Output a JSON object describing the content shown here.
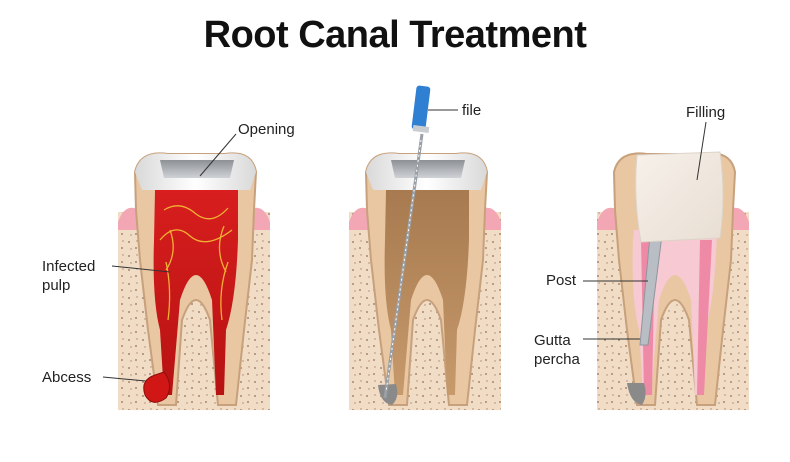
{
  "title": "Root Canal Treatment",
  "labels": {
    "opening": "Opening",
    "infected_pulp_line1": "Infected",
    "infected_pulp_line2": "pulp",
    "abcess": "Abcess",
    "file": "file",
    "filling": "Filling",
    "post": "Post",
    "gutta_percha_line1": "Gutta",
    "gutta_percha_line2": "percha"
  }
}
